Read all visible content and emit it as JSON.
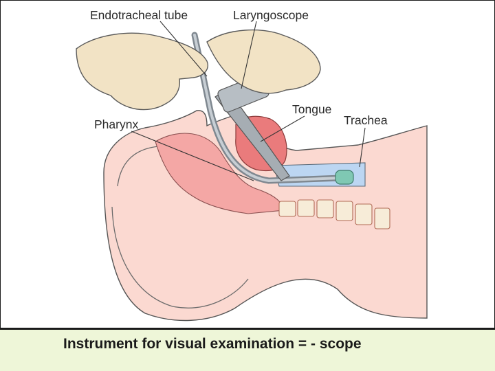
{
  "figure": {
    "labels": {
      "endotracheal_tube": "Endotracheal tube",
      "laryngoscope": "Laryngoscope",
      "tongue": "Tongue",
      "pharynx": "Pharynx",
      "trachea": "Trachea"
    }
  },
  "caption": {
    "text": "Instrument for visual examination = - scope"
  },
  "colors": {
    "skin": "#fbd9d1",
    "tissue_pink": "#f4a7a5",
    "tongue_red": "#ea7b7c",
    "glove": "#f2e3c5",
    "instrument_gray": "#a6adb3",
    "cuff_teal": "#7fc8b3",
    "caption_bg": "#eef6d8"
  }
}
